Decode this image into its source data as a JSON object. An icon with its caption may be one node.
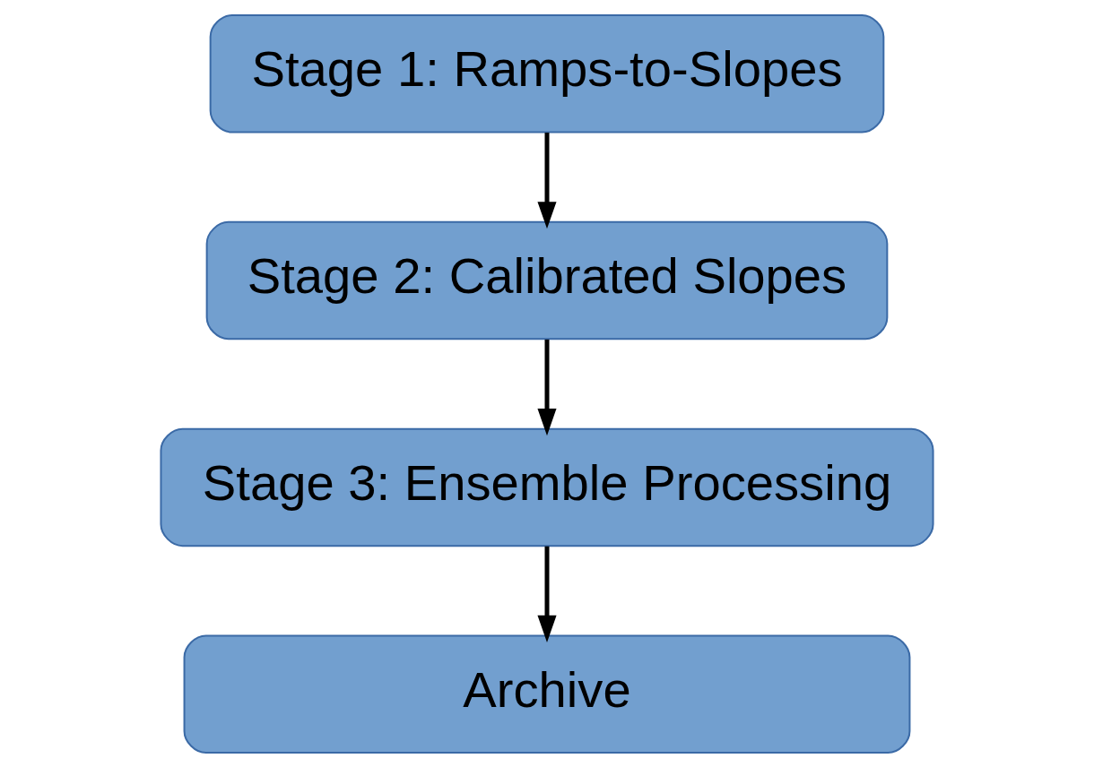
{
  "diagram": {
    "nodes": [
      {
        "text": [
          "Stage 1: Ramps-to-Slopes"
        ]
      },
      {
        "text": [
          "Stage 2: Calibrated Slopes"
        ]
      },
      {
        "text": [
          "Stage 3: Ensemble Processing"
        ]
      },
      {
        "text": [
          "Archive"
        ]
      }
    ],
    "edges": [
      {
        "from": 0,
        "to": 1,
        "arrow": "to"
      },
      {
        "from": 1,
        "to": 2,
        "arrow": "to"
      },
      {
        "from": 2,
        "to": 3,
        "arrow": "to"
      }
    ]
  }
}
